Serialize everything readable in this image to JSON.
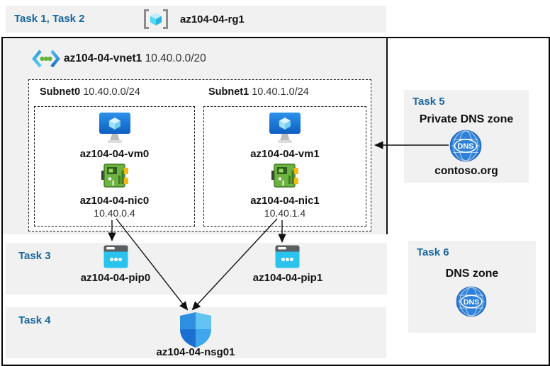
{
  "colors": {
    "accent_blue": "#17669E",
    "band_gray": "#F1F1F1",
    "line_black": "#111111"
  },
  "top_band": {
    "task_label": "Task 1, Task 2",
    "rg_name": "az104-04-rg1"
  },
  "vnet": {
    "name": "az104-04-vnet1",
    "cidr": "10.40.0.0/20"
  },
  "subnets": [
    {
      "name": "Subnet0",
      "cidr": "10.40.0.0/24",
      "vm": "az104-04-vm0",
      "nic": "az104-04-nic0",
      "ip": "10.40.0.4"
    },
    {
      "name": "Subnet1",
      "cidr": "10.40.1.0/24",
      "vm": "az104-04-vm1",
      "nic": "az104-04-nic1",
      "ip": "10.40.1.4"
    }
  ],
  "task3": {
    "label": "Task 3",
    "pip0": "az104-04-pip0",
    "pip1": "az104-04-pip1"
  },
  "task4": {
    "label": "Task 4",
    "nsg": "az104-04-nsg01"
  },
  "task5": {
    "label": "Task 5",
    "title": "Private DNS zone",
    "zone": "contoso.org",
    "icon_text": "DNS"
  },
  "task6": {
    "label": "Task 6",
    "title": "DNS zone",
    "icon_text": "DNS"
  }
}
